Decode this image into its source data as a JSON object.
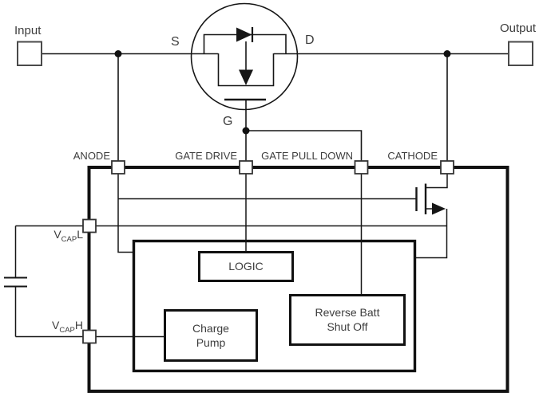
{
  "figure": {
    "type": "functional-block-diagram",
    "terminals": {
      "input": "Input",
      "output": "Output"
    },
    "external_mosfet": {
      "source": "S",
      "drain": "D",
      "gate": "G"
    },
    "ic": {
      "pins": {
        "anode": "ANODE",
        "gate_drive": "GATE DRIVE",
        "gate_pull_down": "GATE PULL DOWN",
        "cathode": "CATHODE",
        "vcapl": {
          "base": "V",
          "sub": "CAP",
          "suffix": "L"
        },
        "vcaph": {
          "base": "V",
          "sub": "CAP",
          "suffix": "H"
        }
      },
      "blocks": {
        "logic": "LOGIC",
        "charge_pump": {
          "line1": "Charge",
          "line2": "Pump"
        },
        "reverse_batt": {
          "line1": "Reverse Batt",
          "line2": "Shut Off"
        }
      }
    },
    "colors": {
      "background": "#ffffff",
      "line": "#161616",
      "text": "#3d3d3d",
      "terminal_border": "#4a4a4a"
    }
  }
}
